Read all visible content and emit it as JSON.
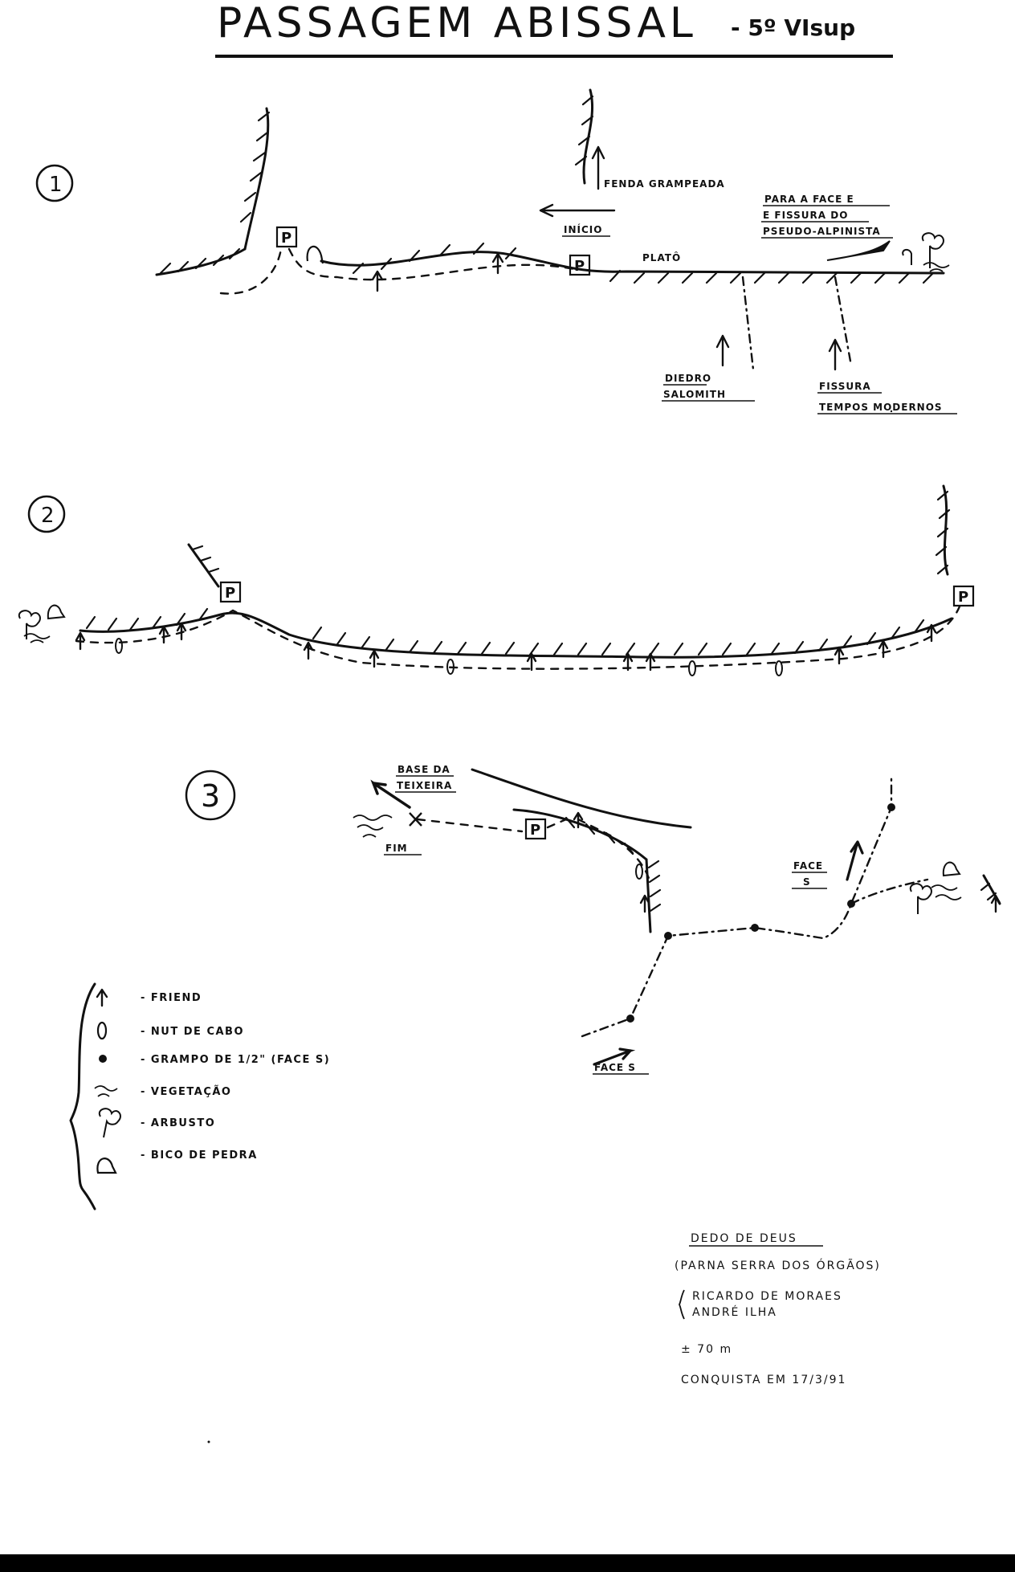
{
  "title": {
    "main": "PASSAGEM ABISSAL",
    "grade": "- 5º VIsup"
  },
  "pitches": [
    {
      "number": "1",
      "labels": {
        "fenda": "FENDA GRAMPEADA",
        "inicio": "INÍCIO",
        "plato": "PLATÔ",
        "face_e_1": "PARA A FACE E",
        "face_e_2": "E FISSURA DO",
        "face_e_3": "PSEUDO-ALPINISTA",
        "diedro_1": "DIEDRO",
        "diedro_2": "SALOMITH",
        "fissura_1": "FISSURA",
        "fissura_2": "TEMPOS MODERNOS"
      }
    },
    {
      "number": "2",
      "labels": {}
    },
    {
      "number": "3",
      "labels": {
        "base_1": "BASE DA",
        "base_2": "TEIXEIRA",
        "fim": "FIM",
        "face_s_upper_1": "FACE",
        "face_s_upper_2": "S",
        "face_s_lower": "FACE S"
      }
    }
  ],
  "belay_letter": "P",
  "legend": [
    {
      "icon": "friend-icon",
      "text": "- FRIEND"
    },
    {
      "icon": "nut-icon",
      "text": "- NUT DE CABO"
    },
    {
      "icon": "bolt-icon",
      "text": "- GRAMPO DE 1/2\" (FACE S)"
    },
    {
      "icon": "vegetation-icon",
      "text": "- VEGETAÇÃO"
    },
    {
      "icon": "shrub-icon",
      "text": "- ARBUSTO"
    },
    {
      "icon": "rock-horn-icon",
      "text": "- BICO DE PEDRA"
    }
  ],
  "info": {
    "mountain": "DEDO DE DEUS",
    "park": "(PARNA SERRA DOS ÓRGÃOS)",
    "author_1": "RICARDO DE MORAES",
    "author_2": "ANDRÉ ILHA",
    "length": "± 70 m",
    "first_ascent": "CONQUISTA EM 17/3/91"
  },
  "colors": {
    "ink": "#111111",
    "paper": "#ffffff"
  }
}
